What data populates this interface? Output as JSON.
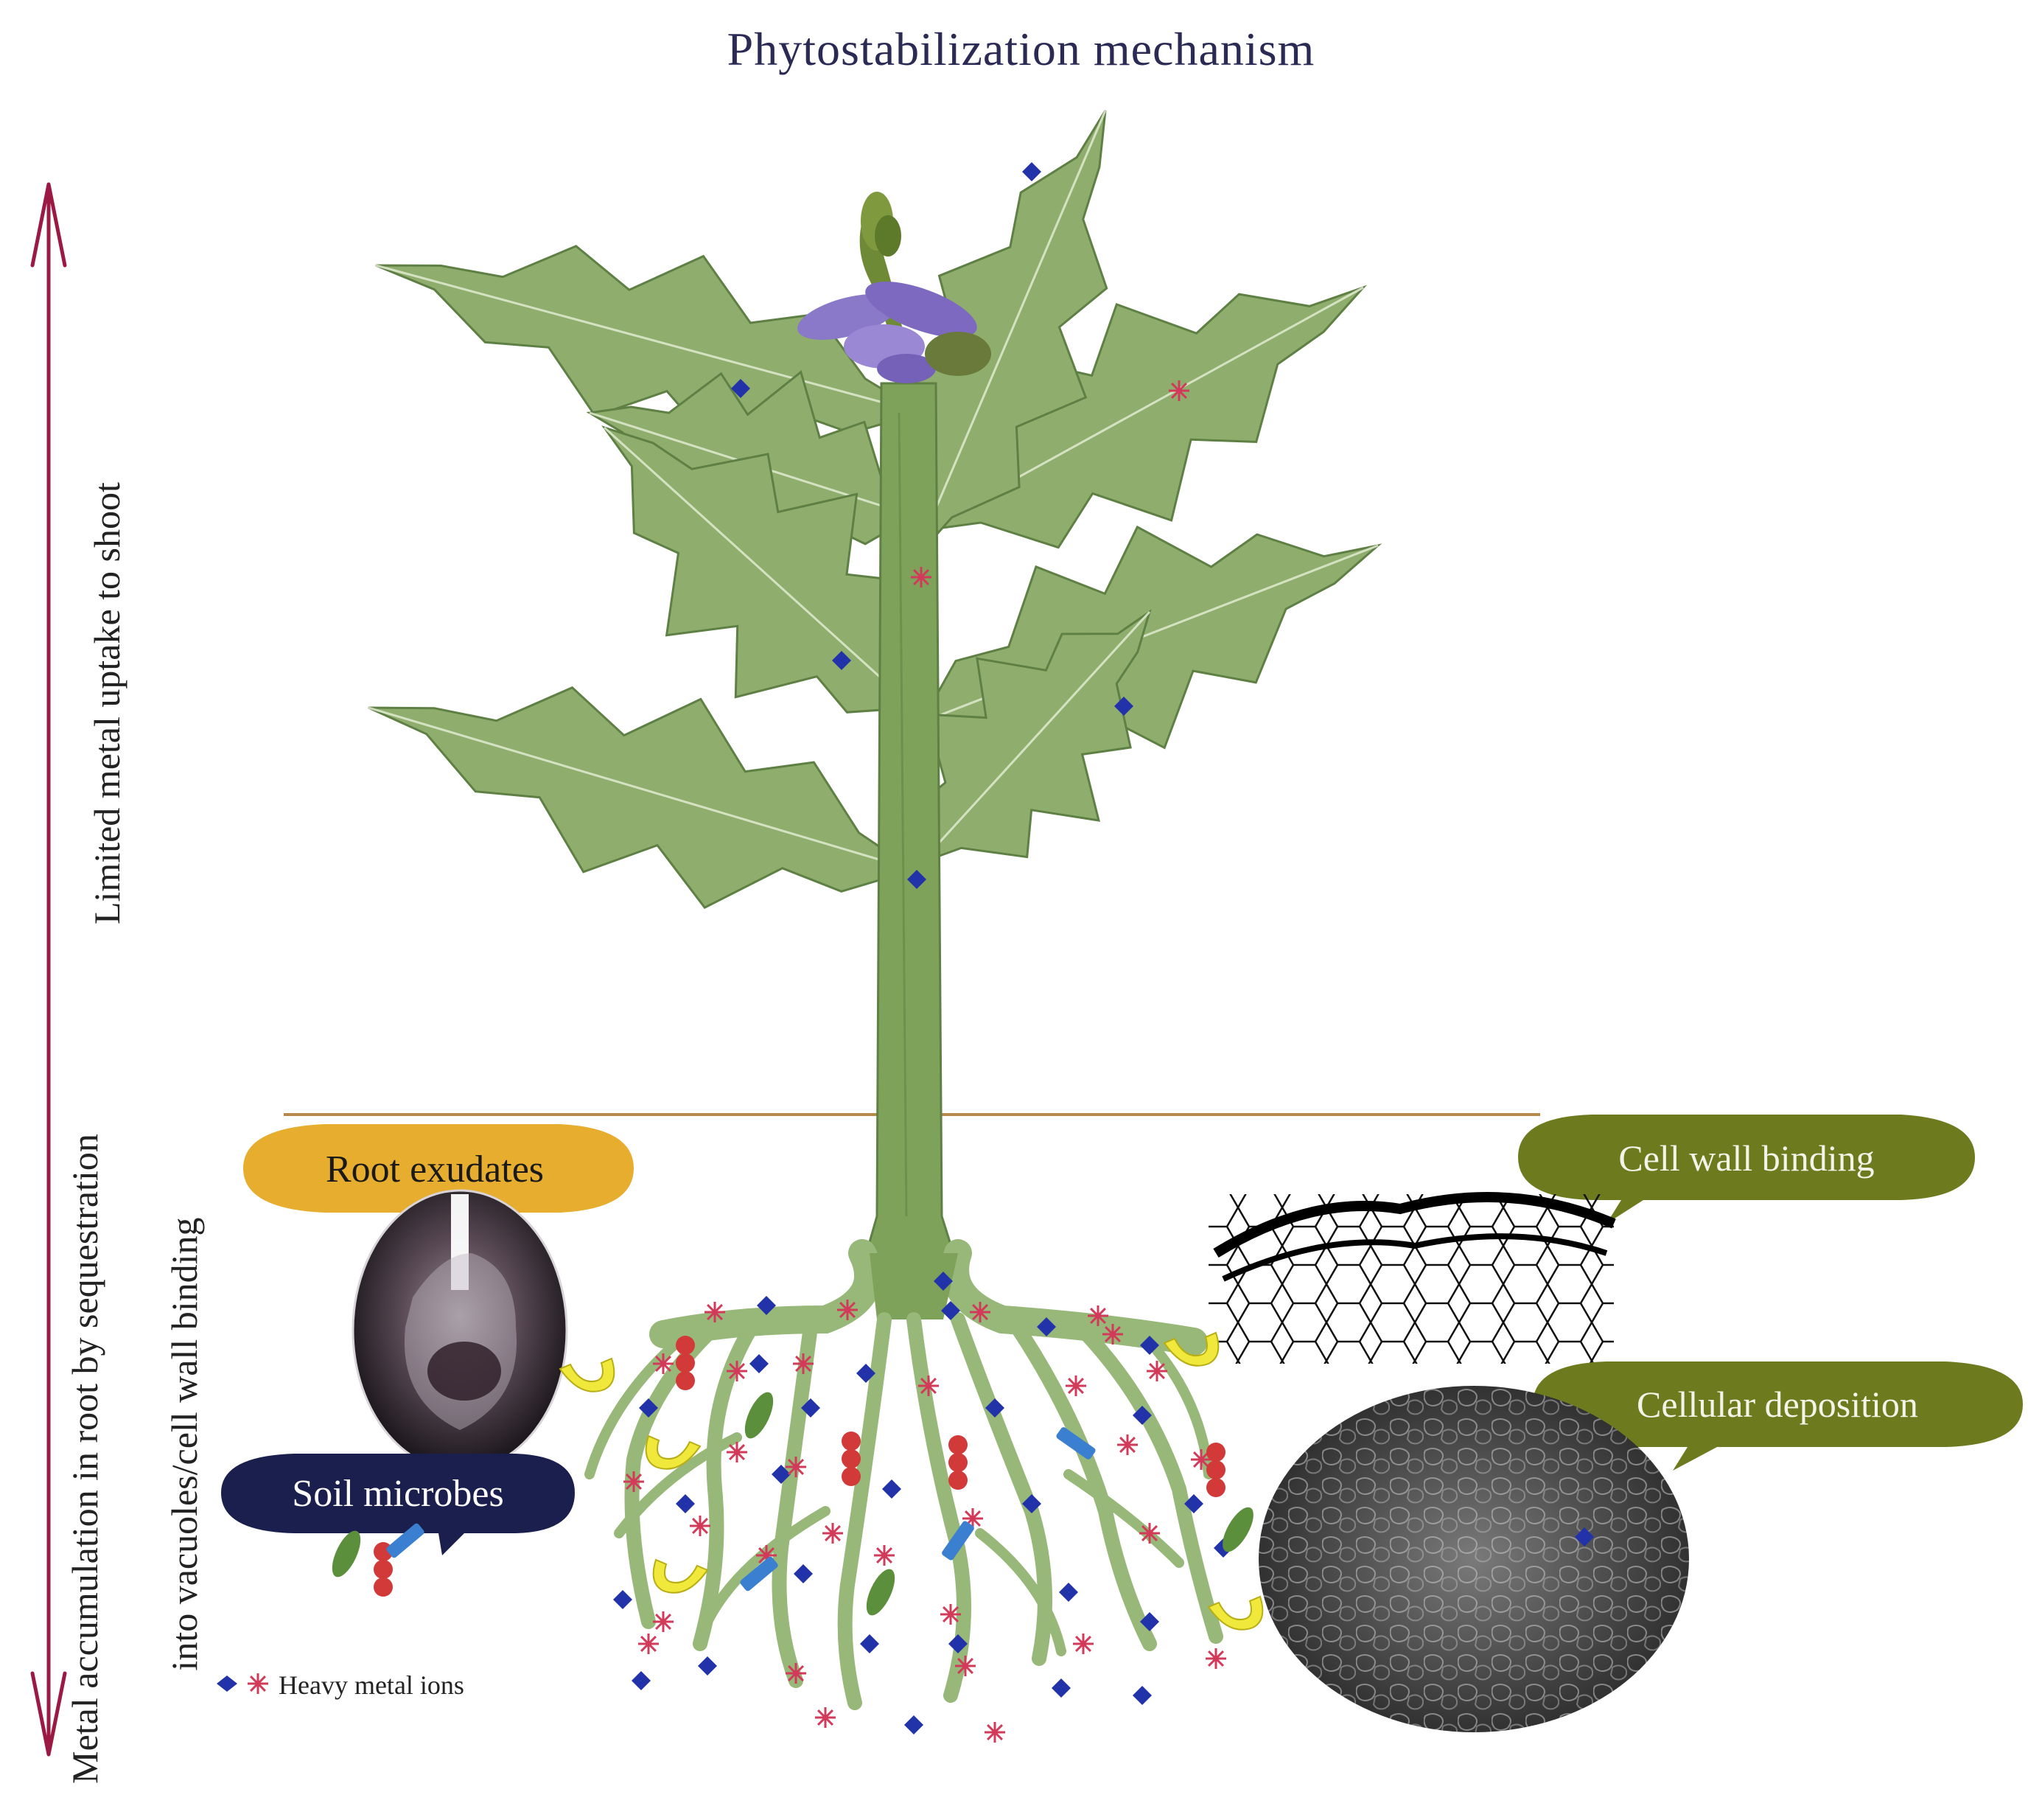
{
  "title": "Phytostabilization mechanism",
  "side_labels": {
    "upper": "Limited metal uptake to shoot",
    "lower_line1": "Metal accumulation in root  by sequestration",
    "lower_line2": "into vacuoles/cell wall binding"
  },
  "callouts": {
    "root_exudates": "Root exudates",
    "soil_microbes": "Soil microbes",
    "cell_wall_binding": "Cell wall binding",
    "cellular_deposition": "Cellular deposition"
  },
  "legend": {
    "heavy_metal_ions": "Heavy metal ions"
  },
  "colors": {
    "arrow": "#9a1a44",
    "ground_line": "#b8874a",
    "leaf": "#8fae6e",
    "leaf_dark": "#5f8044",
    "stem": "#7ea25a",
    "root": "#97b878",
    "flower": "#8a78c8",
    "root_exudates_bubble": "#e7ad2f",
    "soil_microbes_bubble": "#1b1f4d",
    "olive_bubble": "#6e7a1e",
    "diamond_ion": "#2233aa",
    "star_ion": "#d23a5a",
    "red_dot": "#d23a3a",
    "yellow_hook": "#f0e83a",
    "blue_rod": "#3b7fd0",
    "green_oval": "#5c8f3c"
  }
}
